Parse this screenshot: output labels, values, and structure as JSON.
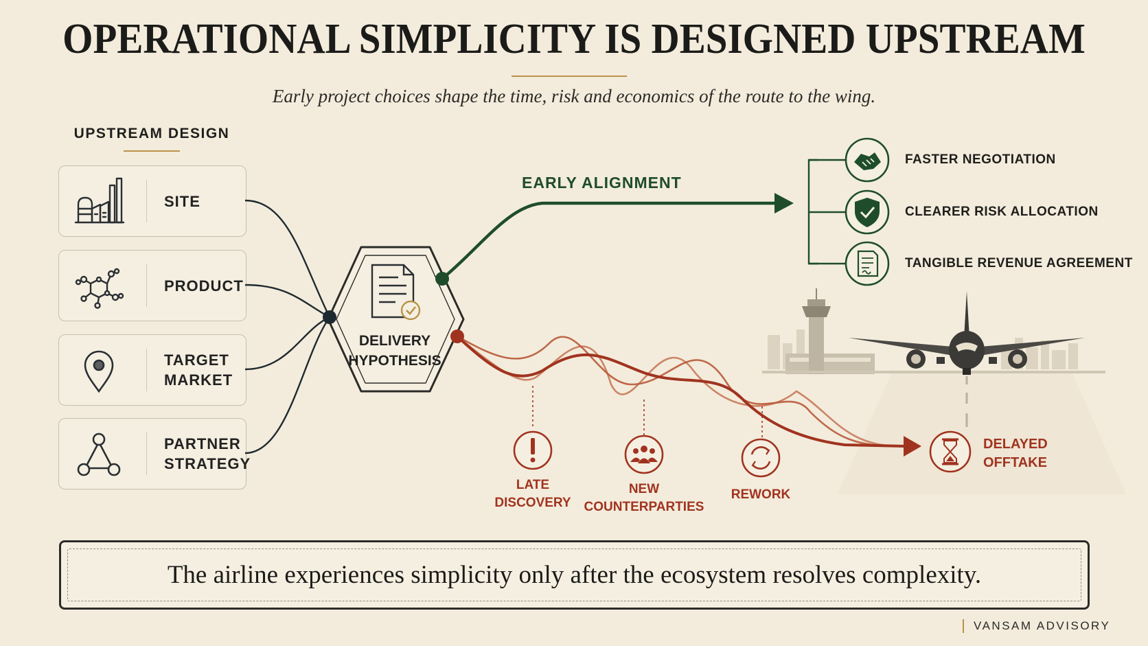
{
  "header": {
    "title": "OPERATIONAL SIMPLICITY IS DESIGNED UPSTREAM",
    "subtitle": "Early project choices shape the time, risk and economics of the route to the wing."
  },
  "upstream": {
    "heading": "UPSTREAM DESIGN",
    "items": [
      {
        "label": "SITE",
        "icon": "industrial-plant-icon"
      },
      {
        "label": "PRODUCT",
        "icon": "molecule-icon"
      },
      {
        "label": "TARGET\nMARKET",
        "icon": "location-pin-icon"
      },
      {
        "label": "PARTNER\nSTRATEGY",
        "icon": "network-triangle-icon"
      }
    ]
  },
  "hub": {
    "label": "DELIVERY\nHYPOTHESIS",
    "icon": "document-check-icon"
  },
  "early": {
    "label": "EARLY ALIGNMENT",
    "outcomes": [
      {
        "label": "FASTER NEGOTIATION",
        "icon": "handshake-icon"
      },
      {
        "label": "CLEARER RISK ALLOCATION",
        "icon": "shield-check-icon"
      },
      {
        "label": "TANGIBLE REVENUE AGREEMENT",
        "icon": "contract-document-icon"
      }
    ]
  },
  "late": {
    "risks": [
      {
        "label": "LATE\nDISCOVERY",
        "icon": "exclamation-icon"
      },
      {
        "label": "NEW\nCOUNTERPARTIES",
        "icon": "people-group-icon"
      },
      {
        "label": "REWORK",
        "icon": "refresh-cycle-icon"
      }
    ],
    "result": {
      "label": "DELAYED\nOFFTAKE",
      "icon": "hourglass-icon"
    }
  },
  "banner": {
    "text": "The airline experiences simplicity only after the ecosystem resolves complexity."
  },
  "brand": {
    "text": "VANSAM ADVISORY"
  },
  "colors": {
    "background": "#f3ecdc",
    "green": "#1f4d2b",
    "red": "#a0331f",
    "gold": "#b8934a",
    "ink": "#1d1d1b"
  }
}
